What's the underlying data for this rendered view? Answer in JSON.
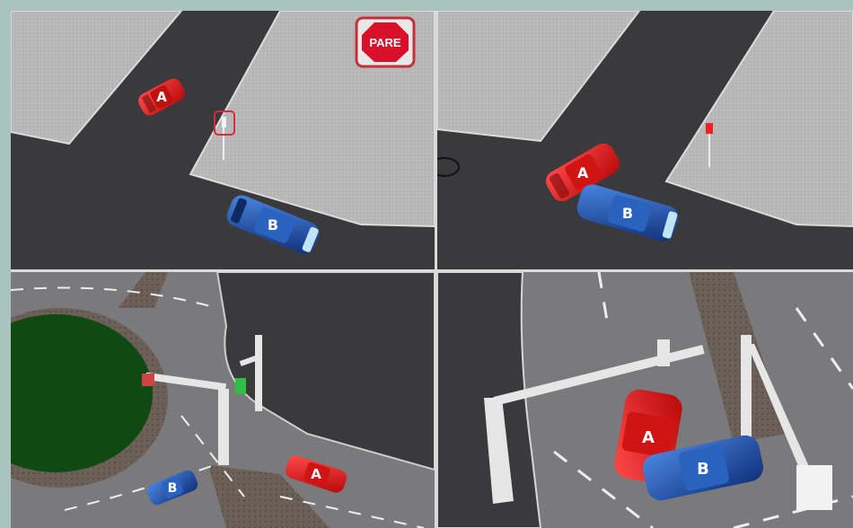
{
  "scene_1": {
    "stop_sign": "PARE",
    "car_a": "A",
    "car_b": "B"
  },
  "scene_2": {
    "car_a": "A",
    "car_b": "B"
  },
  "scene_3": {
    "car_a": "A",
    "car_b": "B"
  },
  "scene_4": {
    "car_a": "A",
    "car_b": "B"
  },
  "colors": {
    "frame": "#a8c4bc",
    "asphalt": "#3e3e40",
    "sidewalk": "#b9b9b9",
    "car_a_red": "#e01818",
    "car_b_blue": "#1e4fa8",
    "grass": "#0f4a12",
    "stop_sign_red": "#d8102a"
  }
}
